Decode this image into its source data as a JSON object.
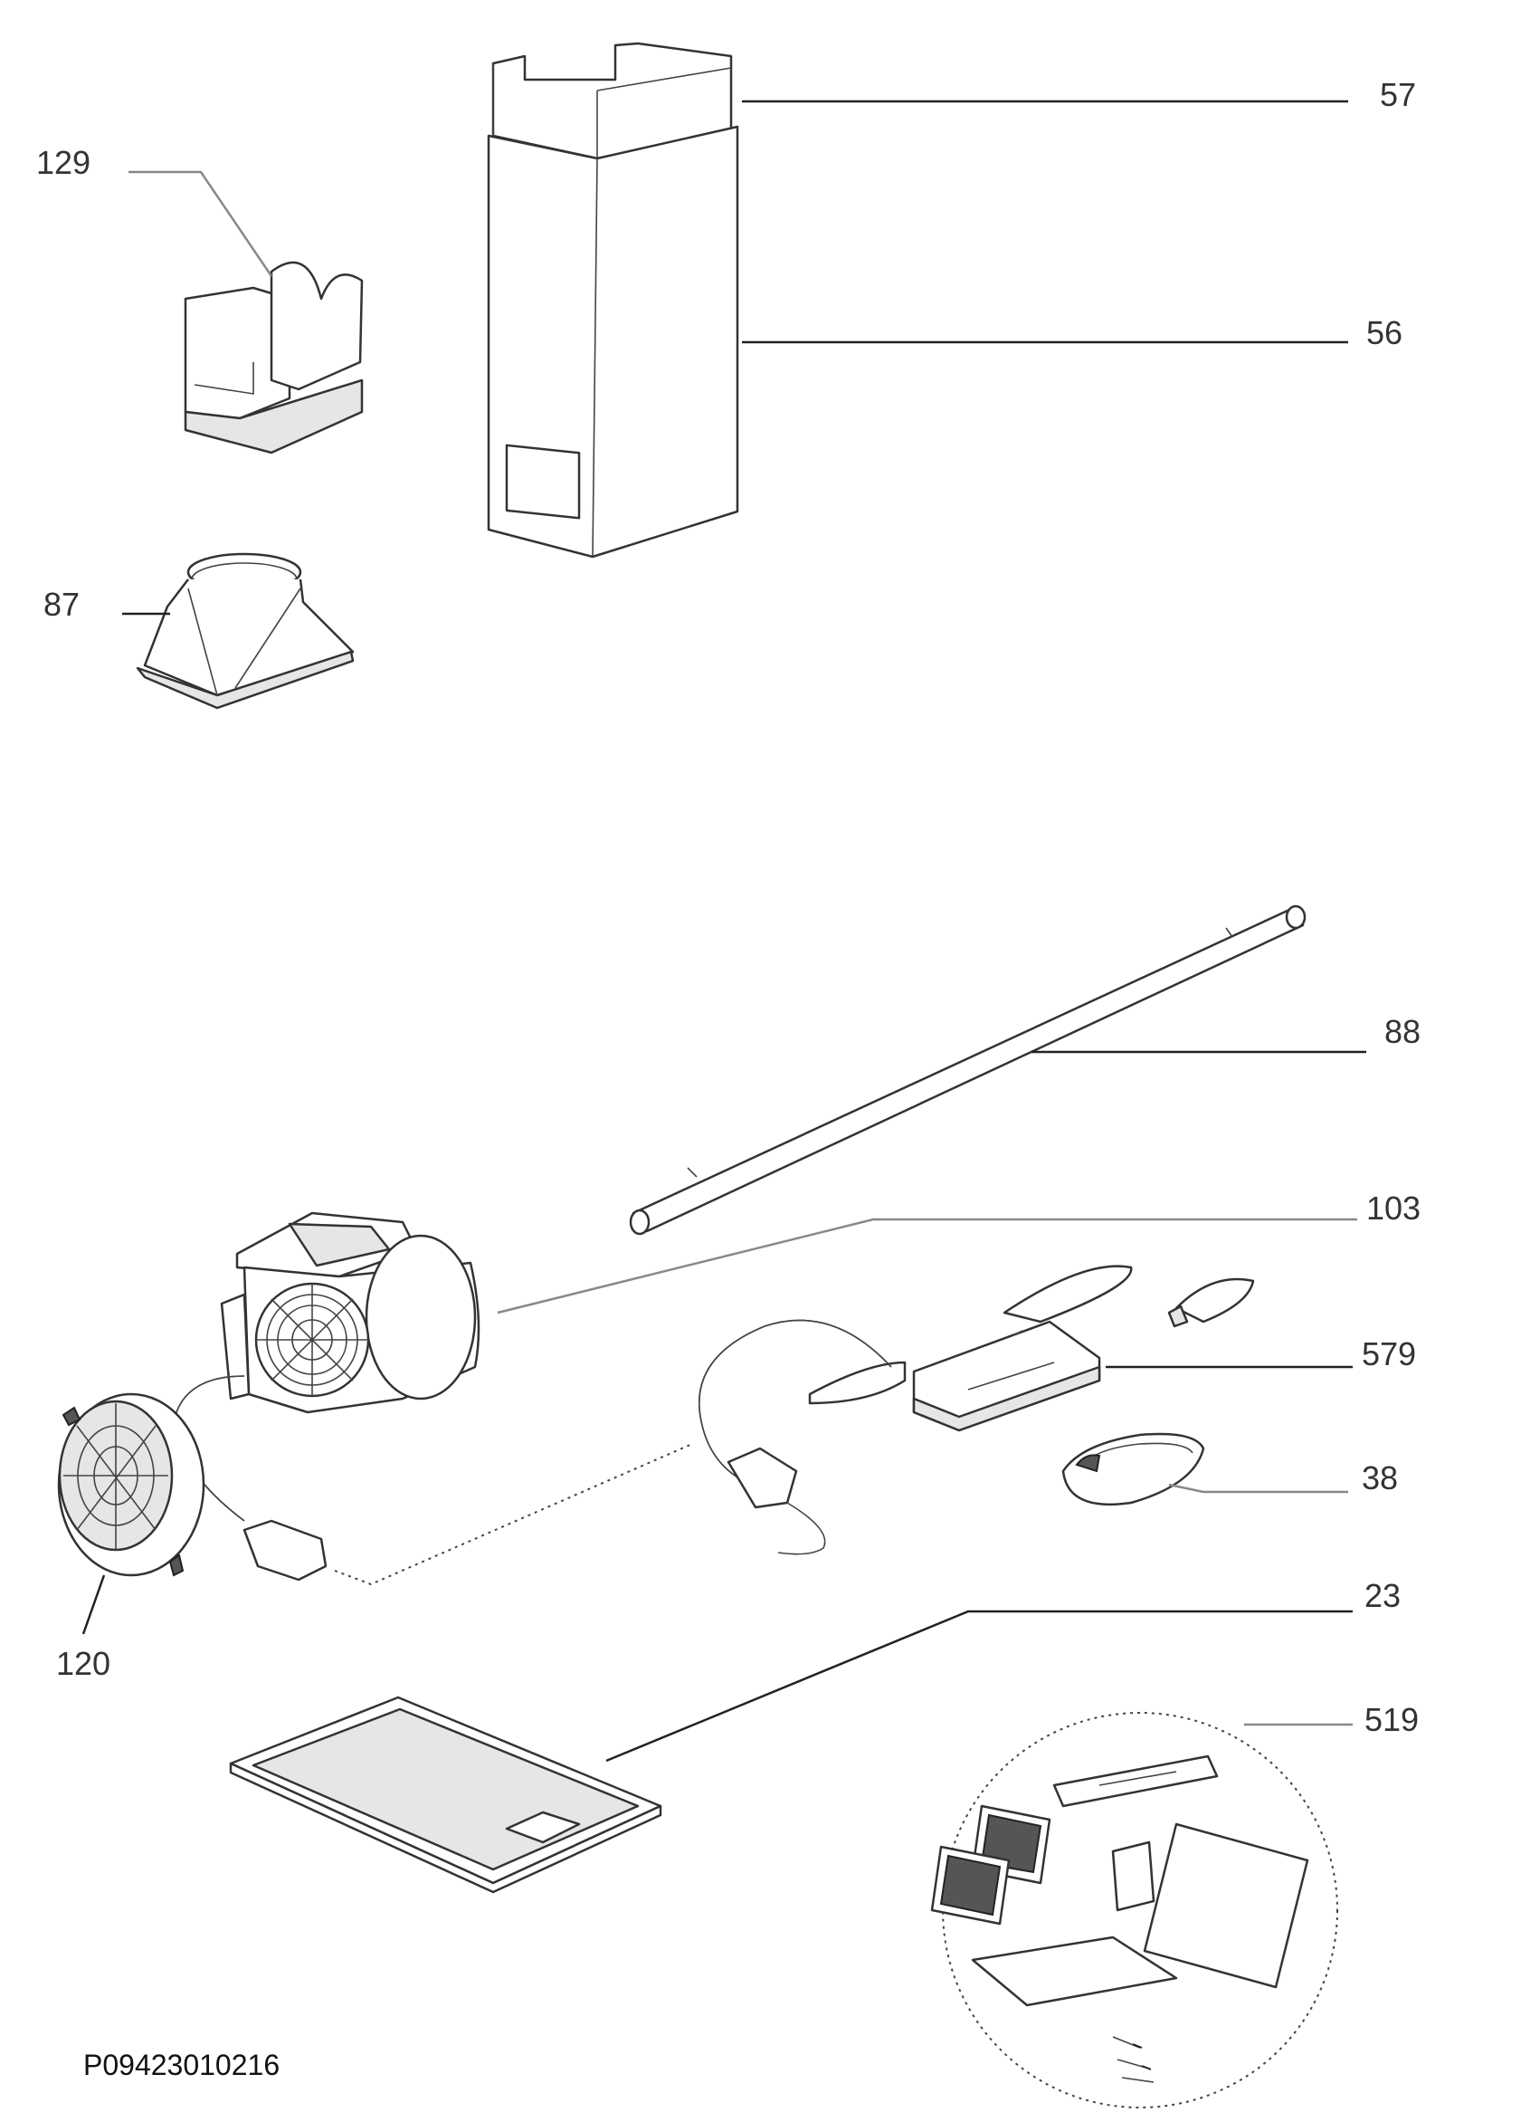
{
  "diagram": {
    "document_code": "P09423010216",
    "parts": [
      {
        "id": "p57",
        "label": "57"
      },
      {
        "id": "p56",
        "label": "56"
      },
      {
        "id": "p129",
        "label": "129"
      },
      {
        "id": "p87",
        "label": "87"
      },
      {
        "id": "p88",
        "label": "88"
      },
      {
        "id": "p103",
        "label": "103"
      },
      {
        "id": "p579",
        "label": "579"
      },
      {
        "id": "p38",
        "label": "38"
      },
      {
        "id": "p23",
        "label": "23"
      },
      {
        "id": "p120",
        "label": "120"
      },
      {
        "id": "p519",
        "label": "519"
      }
    ]
  }
}
